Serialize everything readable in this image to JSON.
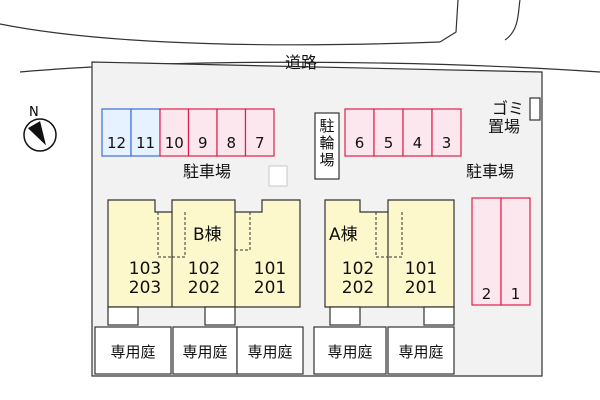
{
  "road_label": "道路",
  "garbage_label": [
    "ゴミ",
    "置場"
  ],
  "bicycle_label": [
    "駐",
    "輪",
    "場"
  ],
  "parking_label_left": "駐車場",
  "parking_label_right": "駐車場",
  "north_label": "N",
  "parking_slots_top_blue": [
    "12",
    "11"
  ],
  "parking_slots_top_pink_left": [
    "10",
    "9",
    "8",
    "7"
  ],
  "parking_slots_top_pink_right": [
    "6",
    "5",
    "4",
    "3"
  ],
  "parking_slots_right": [
    "2",
    "1"
  ],
  "building_b": {
    "label": "B棟",
    "units": [
      {
        "upper": "103",
        "lower": "203"
      },
      {
        "upper": "102",
        "lower": "202"
      },
      {
        "upper": "101",
        "lower": "201"
      }
    ]
  },
  "building_a": {
    "label": "A棟",
    "units": [
      {
        "upper": "102",
        "lower": "202"
      },
      {
        "upper": "101",
        "lower": "201"
      }
    ]
  },
  "gardens": [
    "専用庭",
    "専用庭",
    "専用庭",
    "専用庭",
    "専用庭"
  ],
  "colors": {
    "blue_slot_fill": "#e6f2ff",
    "blue_slot_stroke": "#3a6fd8",
    "pink_slot_fill": "#fde7ee",
    "pink_slot_stroke": "#e0204a",
    "building_fill": "#fdf7cc",
    "outline": "#333333",
    "site_fill": "#f2f2f2"
  }
}
